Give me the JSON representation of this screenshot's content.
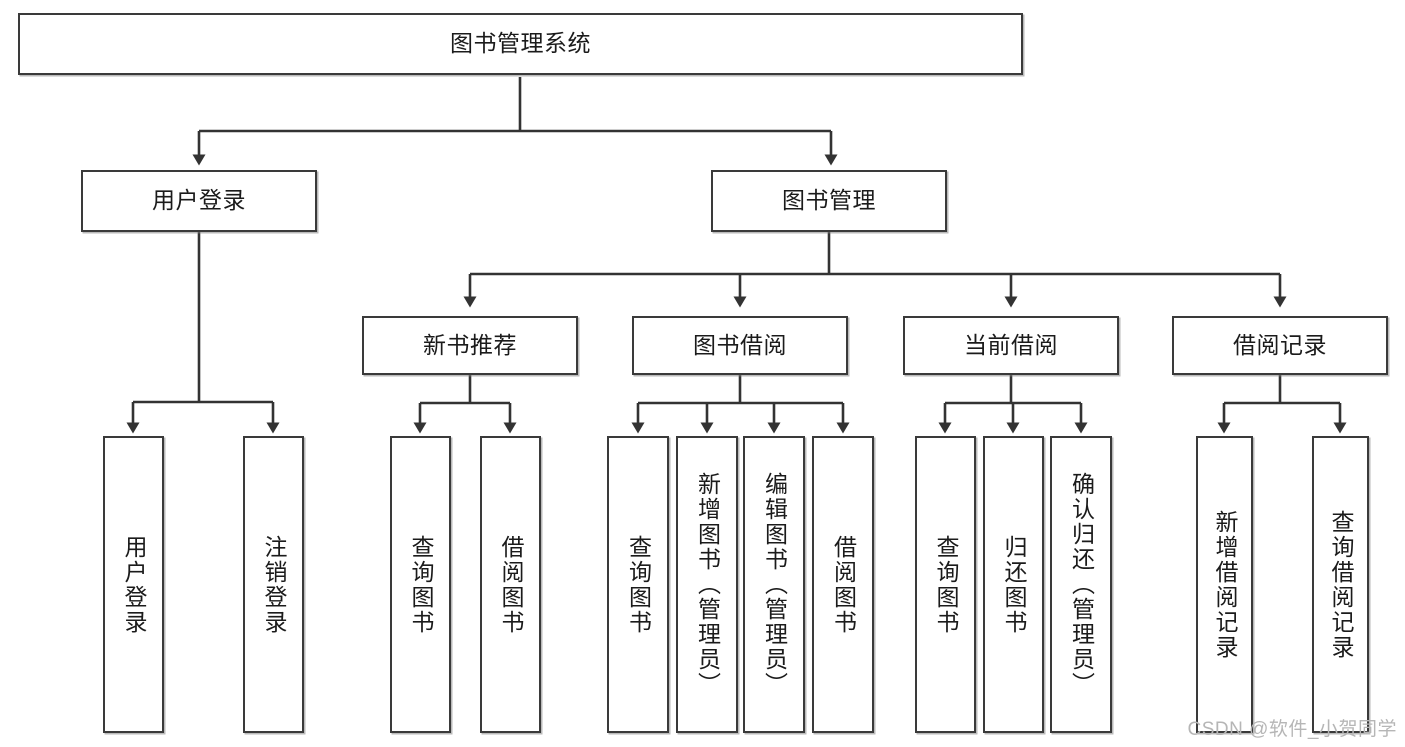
{
  "diagram": {
    "title": "图书管理系统",
    "type": "hierarchy-tree",
    "root": {
      "label": "图书管理系统"
    },
    "level2": [
      {
        "label": "用户登录"
      },
      {
        "label": "图书管理"
      }
    ],
    "level3": [
      {
        "label": "新书推荐"
      },
      {
        "label": "图书借阅"
      },
      {
        "label": "当前借阅"
      },
      {
        "label": "借阅记录"
      }
    ],
    "leaves": {
      "user_login": [
        {
          "label": "用户登录"
        },
        {
          "label": "注销登录"
        }
      ],
      "new_book_recommend": [
        {
          "label": "查询图书"
        },
        {
          "label": "借阅图书"
        }
      ],
      "book_borrow": [
        {
          "label": "查询图书"
        },
        {
          "label": "新增图书（管理员）"
        },
        {
          "label": "编辑图书（管理员）"
        },
        {
          "label": "借阅图书"
        }
      ],
      "current_borrow": [
        {
          "label": "查询图书"
        },
        {
          "label": "归还图书"
        },
        {
          "label": "确认归还（管理员）"
        }
      ],
      "borrow_record": [
        {
          "label": "新增借阅记录"
        },
        {
          "label": "查询借阅记录"
        }
      ]
    }
  },
  "watermark": {
    "text": "CSDN @软件_小贺同学"
  },
  "colors": {
    "box_border": "#3a3a3a",
    "box_fill": "#ffffff",
    "connector": "#333333",
    "text": "#1b1b1b",
    "watermark": "#b6b6b6",
    "background": "#ffffff"
  }
}
